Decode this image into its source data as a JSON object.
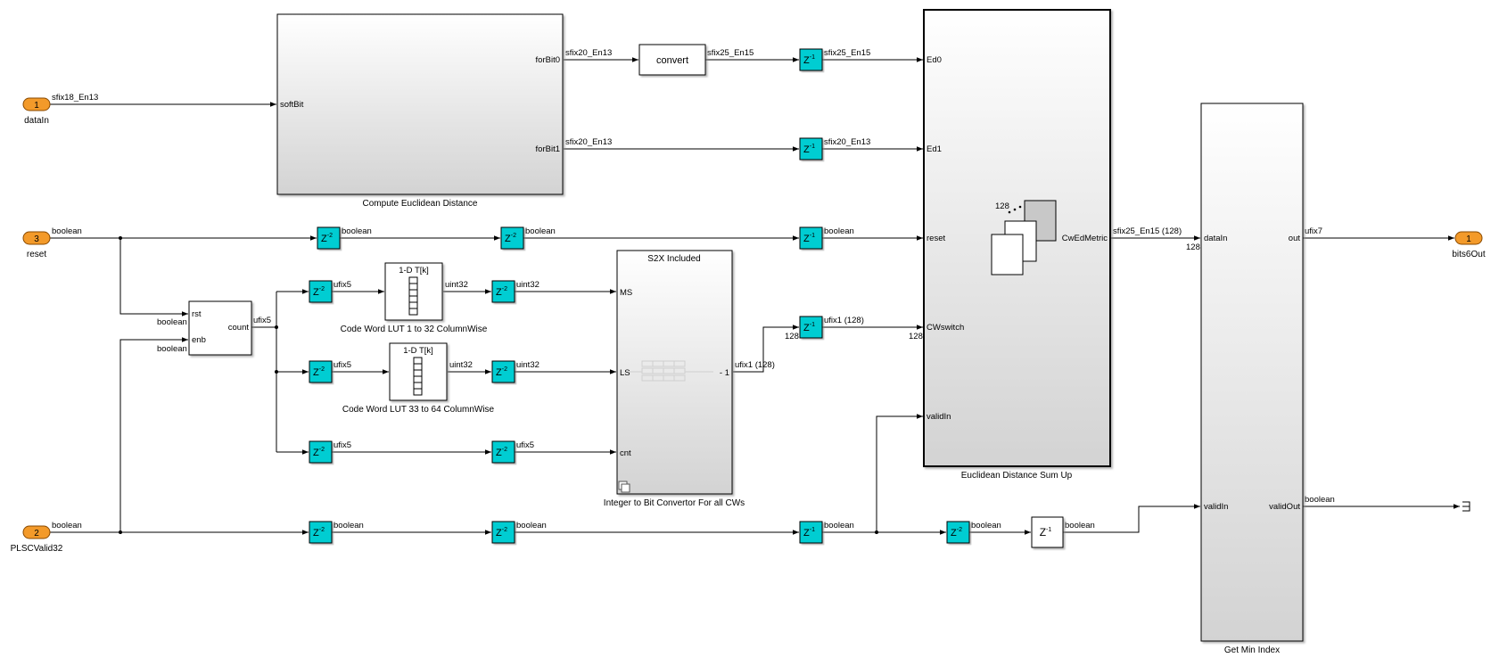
{
  "inports": [
    {
      "id": "in-datain",
      "num": "1",
      "label": "dataIn"
    },
    {
      "id": "in-reset",
      "num": "3",
      "label": "reset"
    },
    {
      "id": "in-plscvalid",
      "num": "2",
      "label": "PLSCValid32"
    }
  ],
  "outport": {
    "num": "1",
    "label": "bits6Out"
  },
  "subsystems": {
    "euclid": {
      "title": "Compute Euclidean Distance",
      "in_ports": [
        "softBit"
      ],
      "out_ports": [
        "forBit0",
        "forBit1"
      ]
    },
    "s2x": {
      "title": "Integer to Bit Convertor For all CWs",
      "header": "S2X Included",
      "in_ports": [
        "MS",
        "LS",
        "cnt"
      ],
      "out_suffix": "- 1"
    },
    "sumup": {
      "title": "Euclidean Distance Sum Up",
      "in_ports": [
        "Ed0",
        "Ed1",
        "reset",
        "CWswitch",
        "validIn"
      ],
      "out_ports": [
        "CwEdMetric"
      ],
      "stack_label": "128"
    },
    "minidx": {
      "title": "Get Min Index",
      "in_ports": [
        "dataIn",
        "validIn"
      ],
      "out_ports": [
        "out",
        "validOut"
      ]
    }
  },
  "counter": {
    "in_ports": [
      "rst",
      "enb"
    ],
    "out_port": "count"
  },
  "convert_block": {
    "label": "convert"
  },
  "luts": [
    {
      "header": "1-D T[k]",
      "title": "Code Word LUT 1 to 32 ColumnWise"
    },
    {
      "header": "1-D T[k]",
      "title": "Code Word LUT 33 to 64 ColumnWise"
    }
  ],
  "delay_labels": {
    "z": "Z",
    "exp2": "-2",
    "exp1": "-1"
  },
  "signals": {
    "datain": "sfix18_En13",
    "forbit0": "sfix20_En13",
    "convert_out": "sfix25_En15",
    "ed0": "sfix25_En15",
    "forbit1": "sfix20_En13",
    "ed1": "sfix20_En13",
    "reset_in": "boolean",
    "reset_d1": "boolean",
    "reset_d2": "boolean",
    "reset_d3": "boolean",
    "rst_in": "boolean",
    "enb_in": "boolean",
    "count_out": "ufix5",
    "lut1_in": "ufix5",
    "lut1_out": "uint32",
    "ms": "uint32",
    "lut2_in": "ufix5",
    "lut2_out": "uint32",
    "ls": "uint32",
    "cnt_d1": "ufix5",
    "cnt_d2": "ufix5",
    "s2x_out": "ufix1 (128)",
    "cwswitch": "ufix1 (128)",
    "cwswitch_w1": "128",
    "cwswitch_w2": "128",
    "valid_in": "boolean",
    "valid_d1": "boolean",
    "valid_d2": "boolean",
    "valid_d3": "boolean",
    "valid_d4": "boolean",
    "valid_d5": "boolean",
    "edmetric": "sfix25_En15 (128)",
    "edmetric_w": "128",
    "out": "ufix7",
    "validout": "boolean"
  },
  "colors": {
    "delay_fill": "#00cdd2",
    "inport_fill": "#f39a2a",
    "subsystem_top": "#ffffff",
    "subsystem_bottom": "#d6d6d6"
  }
}
